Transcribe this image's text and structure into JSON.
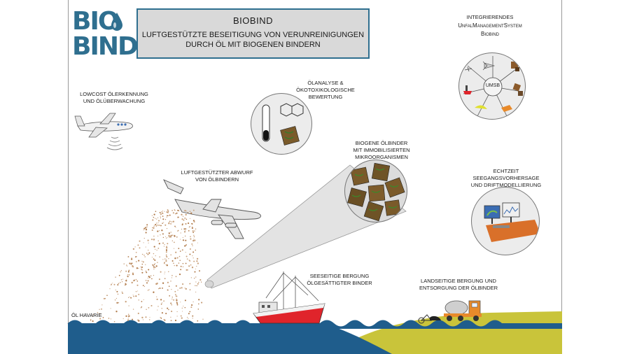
{
  "logo": {
    "line1": "BIO",
    "line2": "BIND"
  },
  "header": {
    "title": "BIOBIND",
    "subtitle_line1": "LUFTGESTÜTZTE BESEITIGUNG VON VERUNREINIGUNGEN",
    "subtitle_line2": "DURCH ÖL MIT BIOGENEN BINDERN"
  },
  "labels": {
    "umsb_line1": "INTEGRIERENDES",
    "umsb_line2": "UnfalManagementSystem",
    "umsb_line3": "Biobind",
    "umsb_center": "UMSB",
    "lowcost_line1": "LOWCOST ÖLERKENNUNG",
    "lowcost_line2": "UND ÖLÜBERWACHUNG",
    "analyse_line1": "ÖLANALYSE &",
    "analyse_line2": "ÖKOTOXIKOLOGISCHE",
    "analyse_line3": "BEWERTUNG",
    "biogen_line1": "BIOGENE ÖLBINDER",
    "biogen_line2": "MIT IMMOBILISIERTEN",
    "biogen_line3": "MIKROORGANISMEN",
    "abwurf_line1": "LUFTGESTÜTZTER ABWURF",
    "abwurf_line2": "VON ÖLBINDERN",
    "seegang_line1": "ECHTZEIT SEEGANGSVORHERSAGE",
    "seegang_line2": "UND DRIFTMODELLIERUNG",
    "seeseitig_line1": "SEESEITIGE BERGUNG",
    "seeseitig_line2": "ÖLGESÄTTIGTER BINDER",
    "landseitig_line1": "LANDSEITIGE BERGUNG UND",
    "landseitig_line2": "ENTSORGUNG DER ÖLBINDER",
    "havarie": "ÖL HAVARIE"
  },
  "colors": {
    "brand": "#2f6f8f",
    "sea": "#1f5d8c",
    "land": "#c9c43a",
    "ship_hull": "#e0242b",
    "truck": "#e88a2a",
    "binder": "#8b5a2b"
  },
  "icons": [
    "drop-icon",
    "plane-icon",
    "sensor-waves-icon",
    "test-tube-icon",
    "molecule-icon",
    "transport-plane-icon",
    "monitor-icon",
    "ship-icon",
    "truck-icon",
    "bicycle-icon"
  ]
}
